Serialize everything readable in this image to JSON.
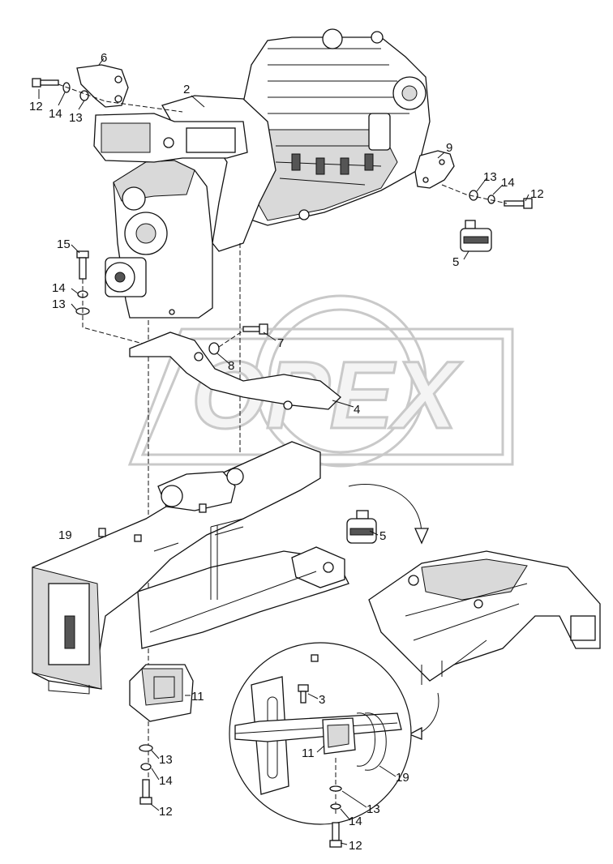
{
  "watermark": {
    "text": "OPEX"
  },
  "callouts": [
    {
      "id": "c-6",
      "text": "6"
    },
    {
      "id": "c-12a",
      "text": "12"
    },
    {
      "id": "c-14a",
      "text": "14"
    },
    {
      "id": "c-13a",
      "text": "13"
    },
    {
      "id": "c-2",
      "text": "2"
    },
    {
      "id": "c-9",
      "text": "9"
    },
    {
      "id": "c-13b",
      "text": "13"
    },
    {
      "id": "c-14b",
      "text": "14"
    },
    {
      "id": "c-12b",
      "text": "12"
    },
    {
      "id": "c-5a",
      "text": "5"
    },
    {
      "id": "c-15",
      "text": "15"
    },
    {
      "id": "c-14c",
      "text": "14"
    },
    {
      "id": "c-13c",
      "text": "13"
    },
    {
      "id": "c-7",
      "text": "7"
    },
    {
      "id": "c-8",
      "text": "8"
    },
    {
      "id": "c-4",
      "text": "4"
    },
    {
      "id": "c-5b",
      "text": "5"
    },
    {
      "id": "c-19a",
      "text": "19"
    },
    {
      "id": "c-11a",
      "text": "11"
    },
    {
      "id": "c-13d",
      "text": "13"
    },
    {
      "id": "c-14d",
      "text": "14"
    },
    {
      "id": "c-12c",
      "text": "12"
    },
    {
      "id": "c-3",
      "text": "3"
    },
    {
      "id": "c-11b",
      "text": "11"
    },
    {
      "id": "c-19b",
      "text": "19"
    },
    {
      "id": "c-13e",
      "text": "13"
    },
    {
      "id": "c-14e",
      "text": "14"
    },
    {
      "id": "c-12d",
      "text": "12"
    }
  ]
}
